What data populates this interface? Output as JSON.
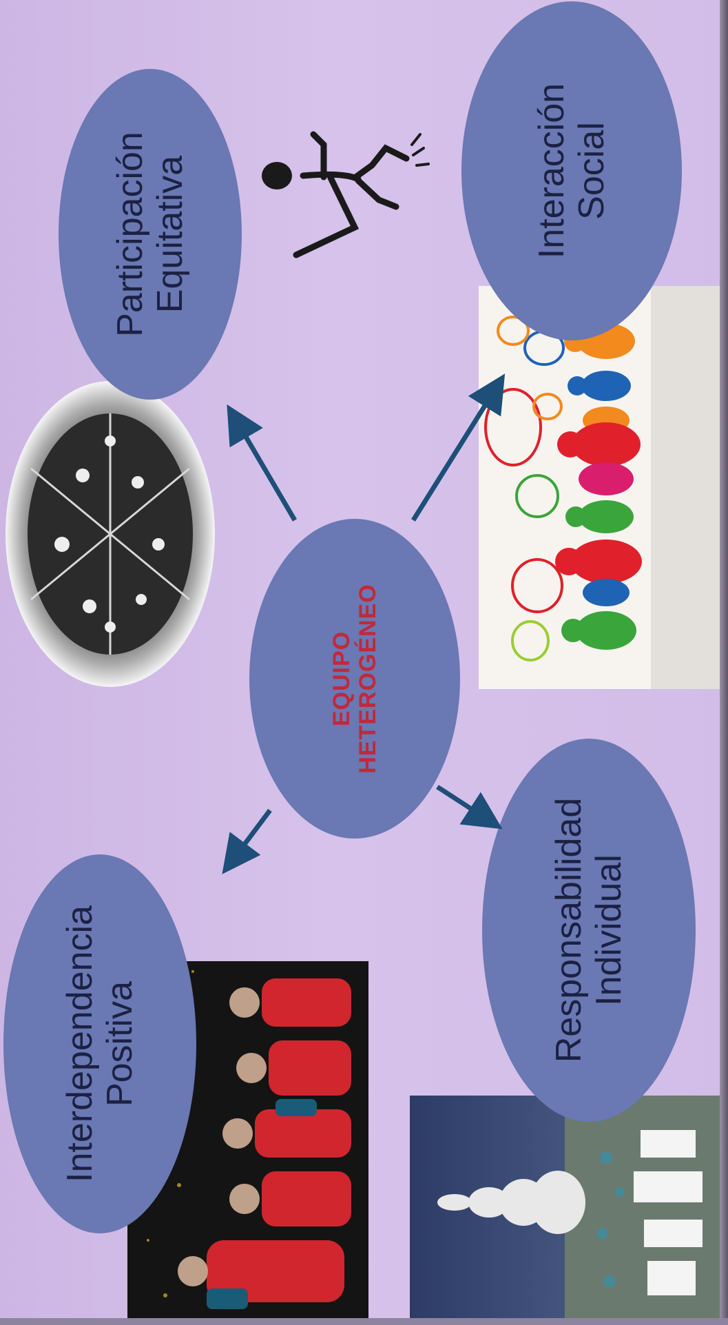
{
  "center": {
    "line1": "EQUIPO",
    "line2": "HETEROGÉNEO"
  },
  "nodes": {
    "participacion": {
      "line1": "Participación",
      "line2": "Equitativa"
    },
    "interaccion": {
      "line1": "Interacción",
      "line2": "Social"
    },
    "responsabilidad": {
      "line1": "Responsabilidad",
      "line2": "Individual"
    },
    "interdependencia": {
      "line1": "Interdependencia",
      "line2": "Positiva"
    }
  },
  "colors": {
    "background": "#d6c2ea",
    "ellipse": "#6a78b3",
    "arrow": "#1d4f78",
    "center_text": "#c0293a",
    "label_text": "#1c2142"
  },
  "icons": [
    "stick-figure-icon",
    "cake-photo",
    "speech-bubble-people-photo",
    "team-celebration-photo",
    "human-tower-photo"
  ]
}
